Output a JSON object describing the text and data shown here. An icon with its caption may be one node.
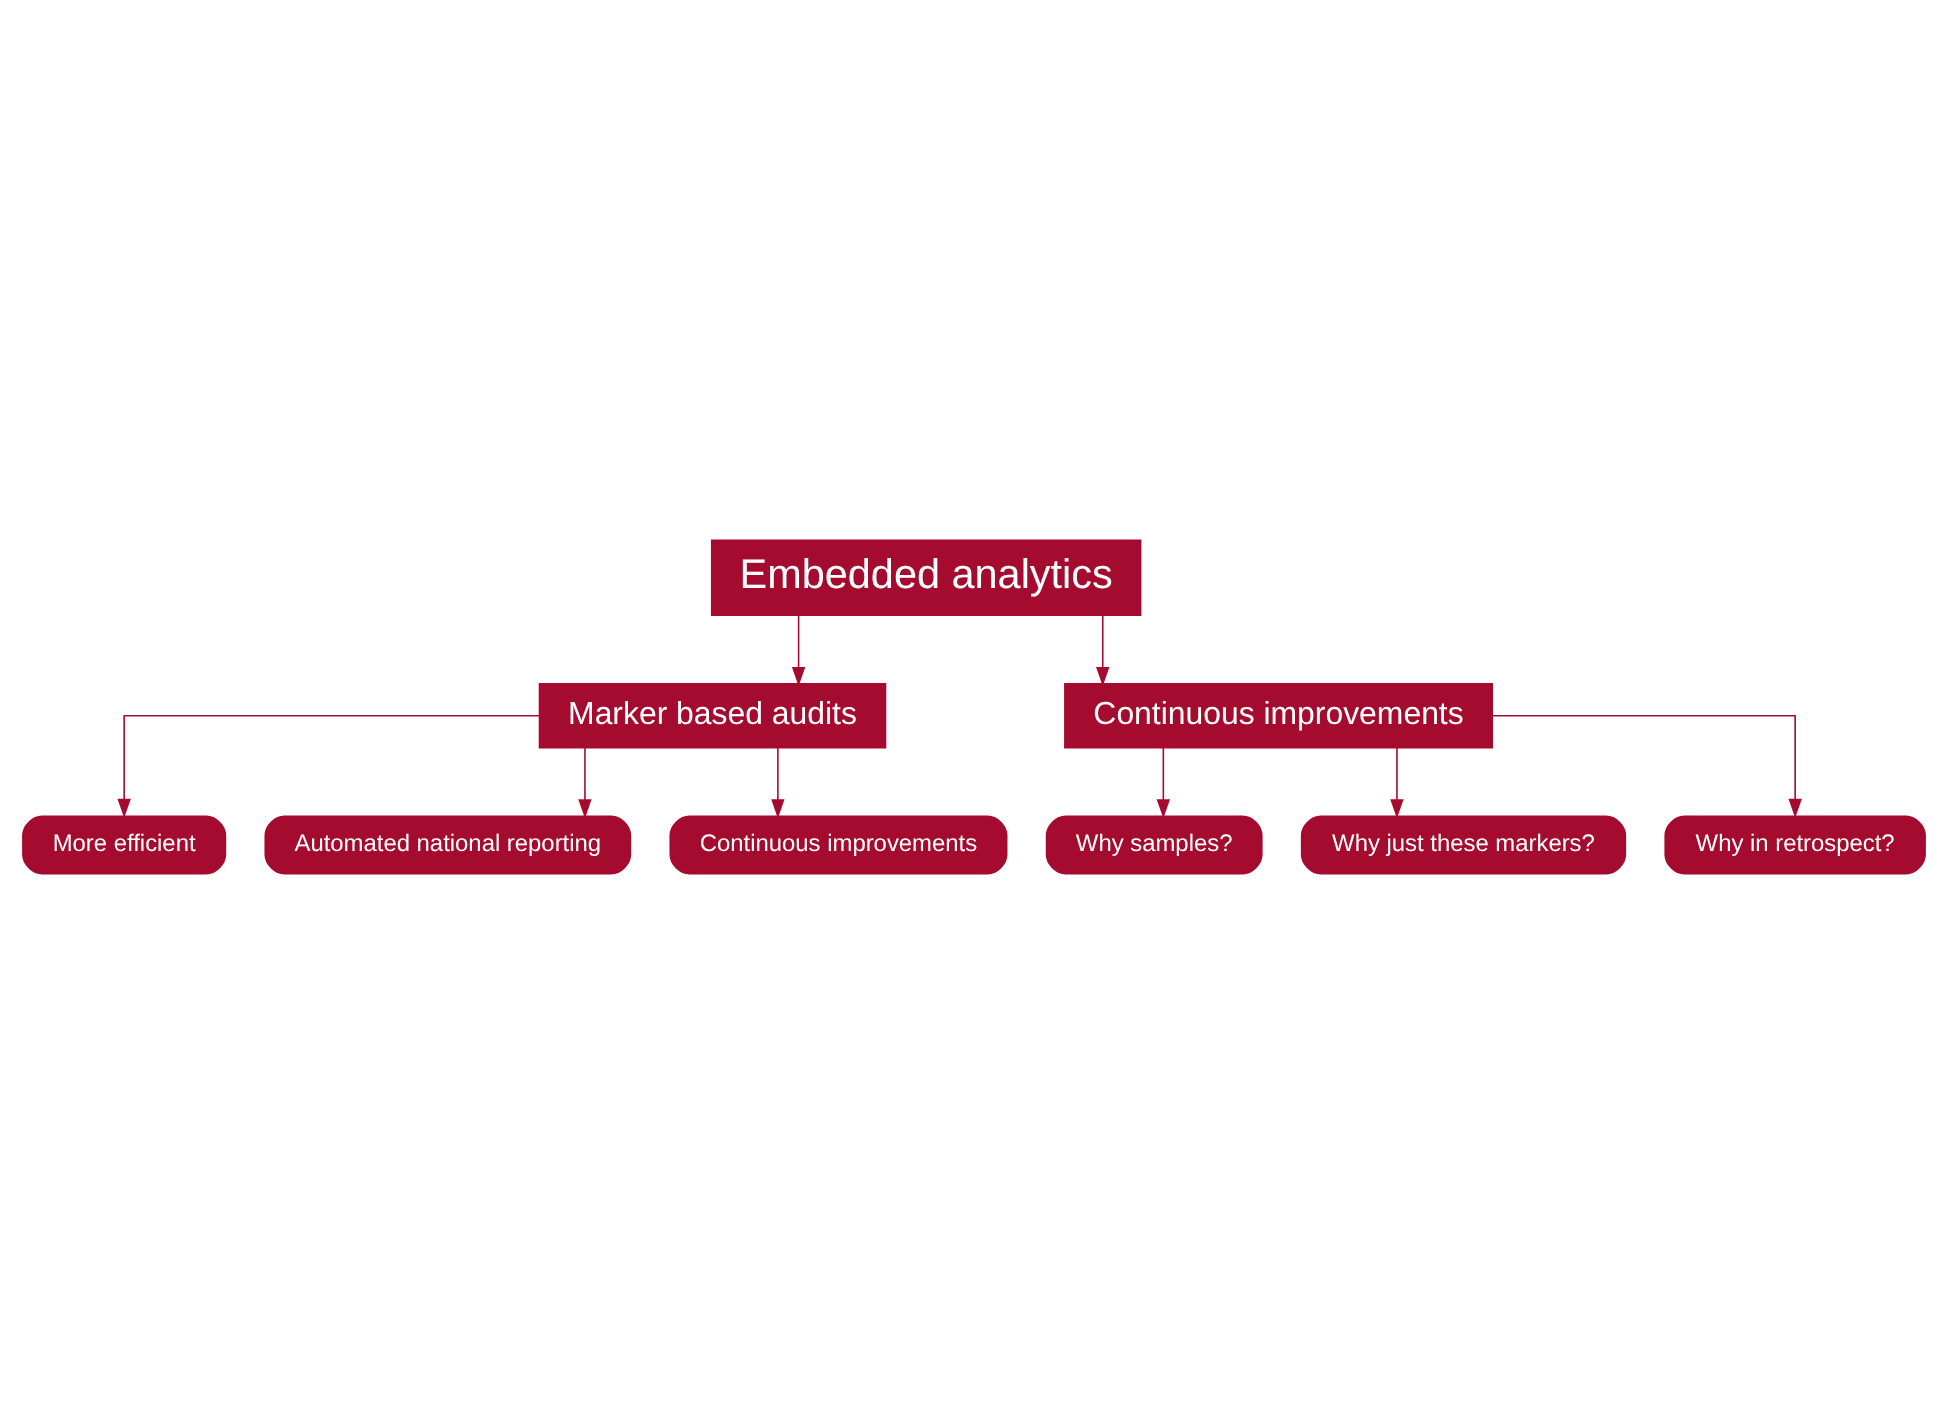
{
  "diagram": {
    "nodes": [
      {
        "text": [
          "Embedded analytics"
        ]
      },
      {
        "text": [
          "Marker based audits"
        ]
      },
      {
        "text": [
          "Continuous improvements"
        ]
      },
      {
        "text": [
          "More efficient"
        ]
      },
      {
        "text": [
          "Automated national reporting"
        ]
      },
      {
        "text": [
          "Continuous improvements"
        ]
      },
      {
        "text": [
          "Why samples?"
        ]
      },
      {
        "text": [
          "Why just these markers?"
        ]
      },
      {
        "text": [
          "Why in retrospect?"
        ]
      }
    ],
    "edges": [
      {
        "from": 0,
        "to": 1,
        "arrow": "to"
      },
      {
        "from": 0,
        "to": 2,
        "arrow": "to"
      },
      {
        "from": 1,
        "to": 3,
        "arrow": "to"
      },
      {
        "from": 1,
        "to": 4,
        "arrow": "to"
      },
      {
        "from": 1,
        "to": 5,
        "arrow": "to"
      },
      {
        "from": 2,
        "to": 6,
        "arrow": "to"
      },
      {
        "from": 2,
        "to": 7,
        "arrow": "to"
      },
      {
        "from": 2,
        "to": 8,
        "arrow": "to"
      }
    ]
  }
}
